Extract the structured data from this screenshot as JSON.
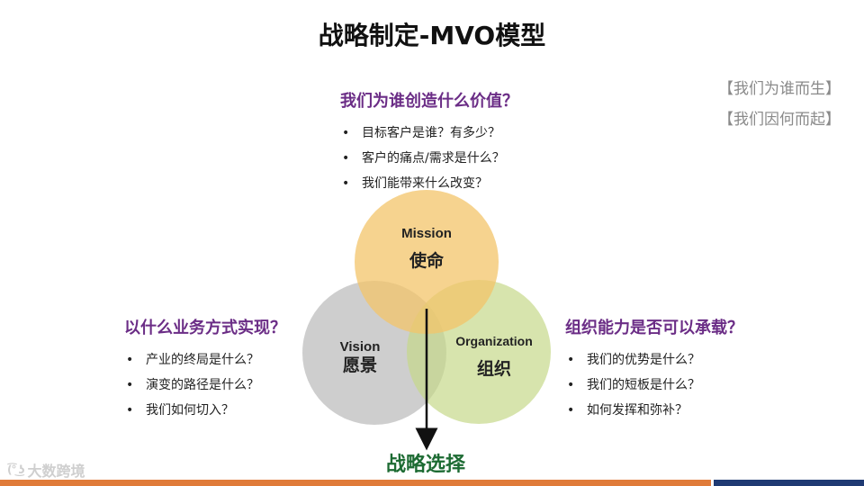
{
  "title": "战略制定-MVO模型",
  "side_notes": [
    "【我们为谁而生】",
    "【我们因何而起】"
  ],
  "mission_block": {
    "heading": "我们为谁创造什么价值？",
    "items": [
      "目标客户是谁？有多少？",
      "客户的痛点/需求是什么？",
      "我们能带来什么改变？"
    ]
  },
  "vision_block": {
    "heading": "以什么业务方式实现？",
    "items": [
      "产业的终局是什么？",
      "演变的路径是什么？",
      "我们如何切入？"
    ]
  },
  "org_block": {
    "heading": "组织能力是否可以承载？",
    "items": [
      "我们的优势是什么？",
      "我们的短板是什么？",
      "如何发挥和弥补？"
    ]
  },
  "circles": {
    "mission": {
      "en": "Mission",
      "zh": "使命",
      "color": "#f3c46a"
    },
    "vision": {
      "en": "Vision",
      "zh": "愿景",
      "color": "#b9b9b9"
    },
    "organization": {
      "en": "Organization",
      "zh": "组织",
      "color": "#c6d98a"
    }
  },
  "conclusion": "战略选择",
  "logo_text": "大数跨境",
  "colors": {
    "heading": "#6b2d86",
    "conclusion": "#1d6b33",
    "bar_orange": "#e07b39",
    "bar_navy": "#1f3a73"
  }
}
